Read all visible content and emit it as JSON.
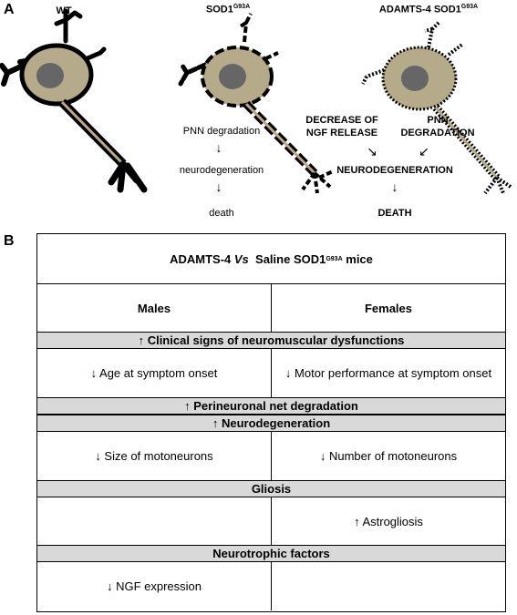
{
  "panel_a": {
    "label": "A",
    "wt_title": "WT",
    "sod_title": "SOD1",
    "sod_sup": "G93A",
    "adamts_title": "ADAMTS-4 SOD1",
    "adamts_sup": "G93A",
    "sod_steps": [
      "PNN degradation",
      "neurodegeneration",
      "death"
    ],
    "adamts_left": [
      "DECREASE OF",
      "NGF RELEASE"
    ],
    "adamts_right": [
      "PNN",
      "DEGRADATION"
    ],
    "adamts_mid": "NEURODEGENERATION",
    "adamts_end": "DEATH",
    "colors": {
      "soma": "#b5ab8a",
      "nucleus": "#666666",
      "outline": "#000000"
    }
  },
  "panel_b": {
    "label": "B",
    "title_prefix": "ADAMTS-4",
    "title_vs": "Vs",
    "title_mid": "Saline SOD1",
    "title_sup": "G93A",
    "title_suffix": "mice",
    "col_males": "Males",
    "col_females": "Females",
    "sec1": "↑ Clinical signs of neuromuscular dysfunctions",
    "sec1_m": "↓ Age at symptom onset",
    "sec1_f": "↓ Motor performance at symptom onset",
    "sec2": "↑ Perineuronal net degradation",
    "sec3": "↑ Neurodegeneration",
    "sec3_m": "↓ Size of motoneurons",
    "sec3_f": "↓ Number of motoneurons",
    "sec4": "Gliosis",
    "sec4_m": "",
    "sec4_f": "↑ Astrogliosis",
    "sec5": "Neurotrophic factors",
    "sec5_m": "↓ NGF expression",
    "sec5_f": "",
    "colors": {
      "header_gray": "#d9d9d9"
    }
  }
}
